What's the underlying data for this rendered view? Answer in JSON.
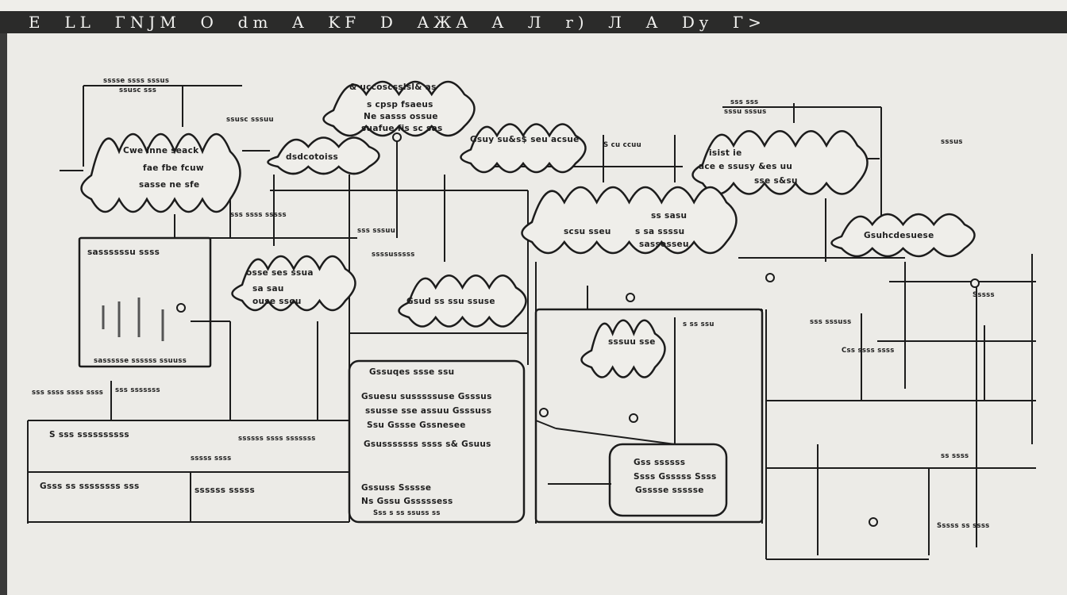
{
  "header": {
    "title": "E  LL  ГNJM  O  dm  A  KF  D  AЖA  A  Л  r)  Л  A  Dy  Г>"
  },
  "labels": [
    "sssse ssss sssus",
    "ssusc sss",
    "Cwe inne seack",
    "fae fbe fcuw",
    "sasse ne sfe",
    "& uccoscsslsl& as",
    "s cpsp fsaeus",
    "Ne sasss ossue",
    "suafue fis sc sas",
    "dsdcotoiss",
    "Gsuy su&s$ seu acsue",
    "S  cu  ccuu",
    "ssusc sssuu",
    "sss sss",
    "sssu sssus",
    "isist ie",
    "ace e  ssusy &es uu",
    "sse s&su",
    "sssus",
    "ss sasu",
    "scsu sseu",
    "s sa ssssu",
    "sassesseu",
    "Gsuhcdesuese",
    "sassssssu ssss",
    "osse ses ssua",
    "sa sau",
    "ouse ssou",
    "Gsud ss ssu ssuse",
    "sss ssss sssss",
    "sss sssuu",
    "ssssusssss",
    "sassssse ssssss ssuuss",
    "Gssuqes ssse ssu",
    "Gsuesu susssssuse Gsssus",
    "ssusse sse assuu Gsssuss",
    "Ssu Gssse Gssnesee",
    "Gsusssssss ssss s& Gsuus",
    "Gssuss Ssssse",
    "Ns Gssu Gsssssess",
    "Sss  s ss ssuss ss",
    "Gss ssssss",
    "Ssss Gsssss Ssss",
    "Gsssse ssssse",
    "sssuu sse",
    "s ss ssu",
    "sss ssss ssss ssss",
    "sss sssssss",
    "S sss ssssssssss",
    "sssss ssss",
    "ssssss ssss sssssss",
    "Gsss ss ssssssss sss",
    "ssssss sssss",
    "sss sssuss",
    "Sssss",
    "Css ssss ssss",
    "Sssss ss ssss",
    "ss ssss"
  ]
}
